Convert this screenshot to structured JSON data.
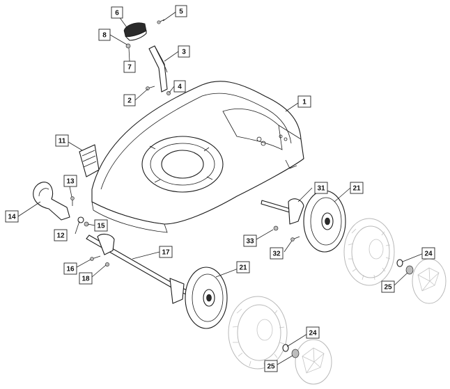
{
  "callouts": [
    {
      "id": "c1",
      "label": "1"
    },
    {
      "id": "c2",
      "label": "2"
    },
    {
      "id": "c3",
      "label": "3"
    },
    {
      "id": "c4",
      "label": "4"
    },
    {
      "id": "c5",
      "label": "5"
    },
    {
      "id": "c6",
      "label": "6"
    },
    {
      "id": "c7",
      "label": "7"
    },
    {
      "id": "c8",
      "label": "8"
    },
    {
      "id": "c11",
      "label": "11"
    },
    {
      "id": "c12",
      "label": "12"
    },
    {
      "id": "c13",
      "label": "13"
    },
    {
      "id": "c14",
      "label": "14"
    },
    {
      "id": "c15",
      "label": "15"
    },
    {
      "id": "c16",
      "label": "16"
    },
    {
      "id": "c17",
      "label": "17"
    },
    {
      "id": "c18",
      "label": "18"
    },
    {
      "id": "c21a",
      "label": "21"
    },
    {
      "id": "c21b",
      "label": "21"
    },
    {
      "id": "c24a",
      "label": "24"
    },
    {
      "id": "c24b",
      "label": "24"
    },
    {
      "id": "c25a",
      "label": "25"
    },
    {
      "id": "c25b",
      "label": "25"
    },
    {
      "id": "c31",
      "label": "31"
    },
    {
      "id": "c32",
      "label": "32"
    },
    {
      "id": "c33",
      "label": "33"
    }
  ],
  "colors": {
    "line": "#1a1a1a",
    "ghost": "#b8b8b8",
    "background": "#ffffff"
  }
}
